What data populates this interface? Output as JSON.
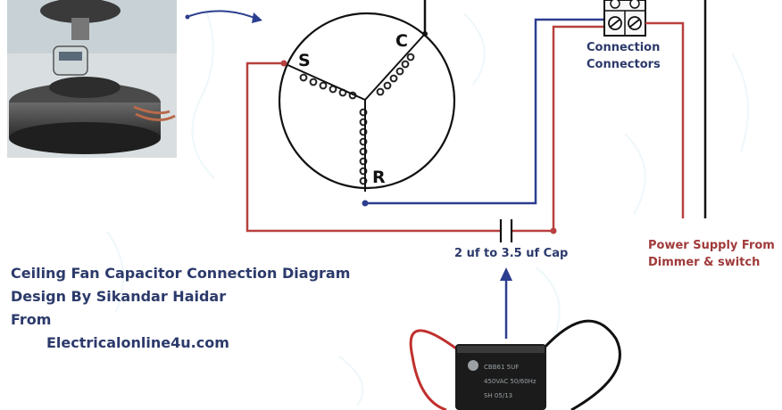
{
  "winding": {
    "start_label": "S",
    "common_label": "C",
    "run_label": "R"
  },
  "terminal": {
    "title_line1": "Connection",
    "title_line2": "Connectors"
  },
  "capacitor": {
    "label": "2 uf to 3.5 uf Cap",
    "print_line1": "CBB61 5UF",
    "print_line2": "450VAC 50/60Hz",
    "print_line3": "SH 05/13"
  },
  "power": {
    "line1": "Power Supply From",
    "line2": "Dimmer & switch"
  },
  "caption": {
    "line1": "Ceiling Fan Capacitor Connection Diagram",
    "line2": "Design By Sikandar Haidar",
    "line3": "From",
    "line4": "Electricalonline4u.com"
  },
  "colors": {
    "red_wire": "#b8403f",
    "blue_wire": "#2c3e8f",
    "text_blue": "#2c3a6b",
    "text_red": "#a03a3a",
    "black_wire": "#111111"
  }
}
